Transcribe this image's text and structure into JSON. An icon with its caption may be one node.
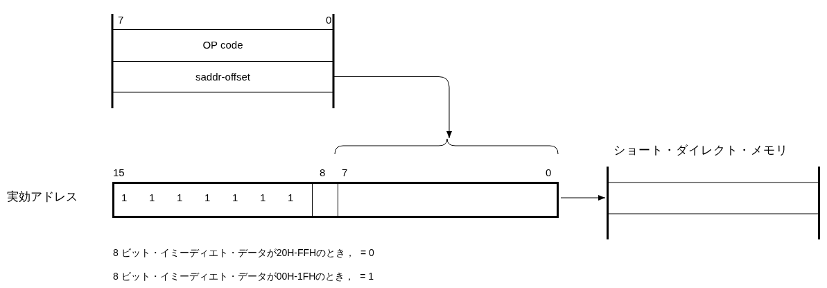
{
  "diagram": {
    "nodes": [
      {
        "text": [
          "OP code"
        ]
      },
      {
        "text": [
          "saddr-offset"
        ]
      },
      {
        "text": [],
        "shape": "box",
        "beside": [
          "実効アドレス"
        ]
      },
      {
        "text": [
          "1",
          "1",
          "1",
          "1",
          "1",
          "1",
          "1"
        ],
        "in": 2
      },
      {
        "text": [],
        "shape": "box",
        "in": 2
      },
      {
        "text": [],
        "shape": "box",
        "in": 2
      },
      {
        "text": [
          "ショート・ダイレクト・メモリ"
        ]
      }
    ],
    "edges": [
      {
        "from": 1,
        "to": 5,
        "arrow": "to"
      },
      {
        "from": 2,
        "to": 6,
        "arrow": "to"
      }
    ],
    "labels": [
      "7",
      "0",
      "15",
      "8",
      "7",
      "0",
      "8 ビット・イミーディエト・データが20H-FFHのとき，  = 0",
      "8 ビット・イミーディエト・データが00H-1FHのとき，  = 1"
    ]
  }
}
